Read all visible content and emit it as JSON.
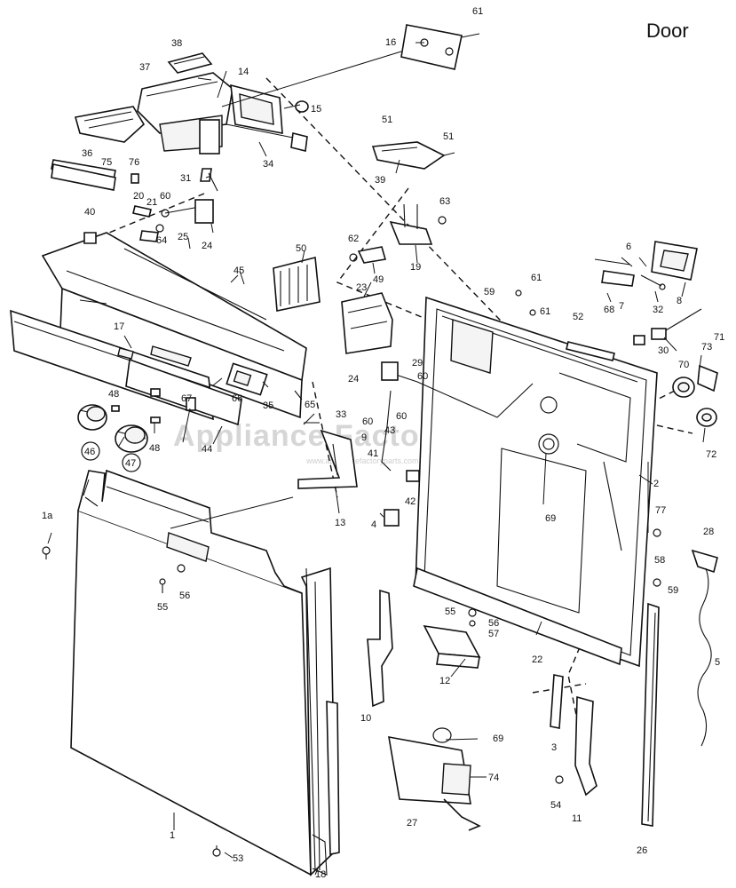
{
  "title": "Door",
  "watermark": {
    "main": "Appliance Factory Parts",
    "url": "www.appliancefactoryparts.com"
  },
  "callouts": {
    "p1": "1",
    "p1a": "1a",
    "p2": "2",
    "p3": "3",
    "p4": "4",
    "p5": "5",
    "p6": "6",
    "p7": "7",
    "p8": "8",
    "p9": "9",
    "p10": "10",
    "p11": "11",
    "p12": "12",
    "p13": "13",
    "p14": "14",
    "p15": "15",
    "p16": "16",
    "p17": "17",
    "p18": "18",
    "p19": "19",
    "p20": "20",
    "p21": "21",
    "p22": "22",
    "p23": "23",
    "p24a": "24",
    "p24b": "24",
    "p25": "25",
    "p26": "26",
    "p27": "27",
    "p28": "28",
    "p29": "29",
    "p30": "30",
    "p31": "31",
    "p32": "32",
    "p33": "33",
    "p34": "34",
    "p35": "35",
    "p36": "36",
    "p37": "37",
    "p38": "38",
    "p39": "39",
    "p40": "40",
    "p41": "41",
    "p42": "42",
    "p43": "43",
    "p44": "44",
    "p45": "45",
    "p46": "46",
    "p47": "47",
    "p48a": "48",
    "p48b": "48",
    "p49": "49",
    "p50": "50",
    "p51a": "51",
    "p51b": "51",
    "p52": "52",
    "p53": "53",
    "p54": "54",
    "p55a": "55",
    "p55b": "55",
    "p56a": "56",
    "p56b": "56",
    "p57": "57",
    "p58": "58",
    "p59a": "59",
    "p59b": "59",
    "p60a": "60",
    "p60b": "60",
    "p60c": "60",
    "p61a": "61",
    "p61b": "61",
    "p61c": "61",
    "p62": "62",
    "p63": "63",
    "p64": "64",
    "p65": "65",
    "p66": "66",
    "p67": "67",
    "p68": "68",
    "p69a": "69",
    "p69b": "69",
    "p70": "70",
    "p71": "71",
    "p72": "72",
    "p73": "73",
    "p74": "74",
    "p75": "75",
    "p76": "76",
    "p77": "77"
  }
}
